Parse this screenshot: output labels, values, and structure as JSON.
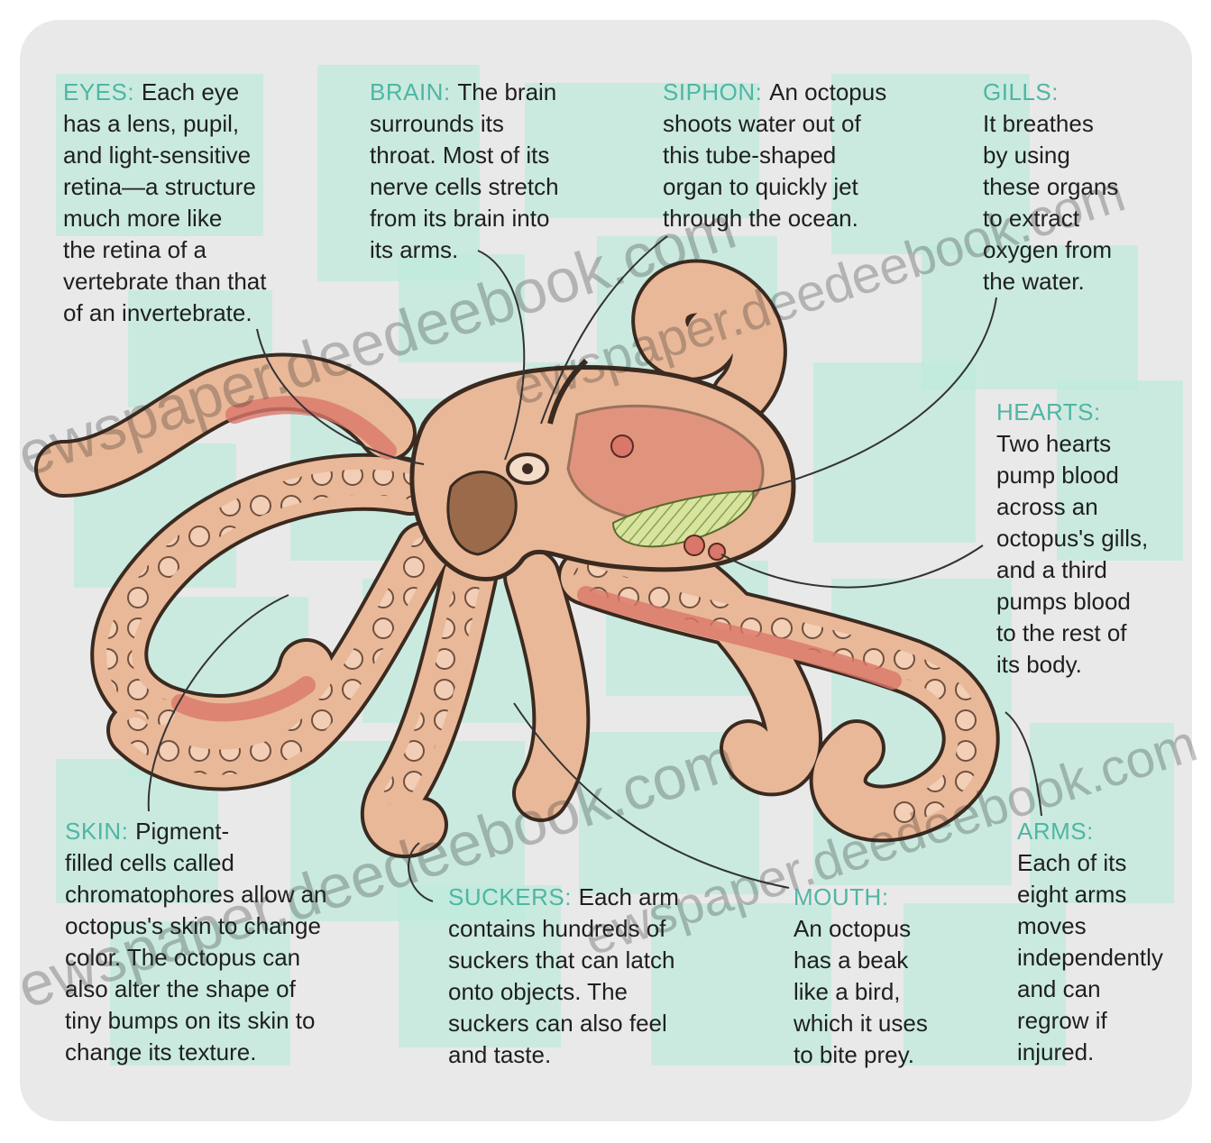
{
  "labels": {
    "eyes": {
      "heading": "EYES:",
      "text": "Each eye\nhas a lens, pupil,\nand light-sensitive\nretina—a structure\nmuch more like\nthe retina of a\nvertebrate than that\nof an invertebrate."
    },
    "brain": {
      "heading": "BRAIN:",
      "text": "The brain\nsurrounds its\nthroat. Most of its\nnerve cells stretch\nfrom its brain into\nits arms."
    },
    "siphon": {
      "heading": "SIPHON:",
      "text": "An octopus\nshoots water out of\nthis tube-shaped\norgan to quickly jet\nthrough the ocean."
    },
    "gills": {
      "heading": "GILLS:",
      "text": "It breathes\nby using\nthese organs\nto extract\noxygen from\nthe water."
    },
    "hearts": {
      "heading": "HEARTS:",
      "text": "Two hearts\npump blood\nacross an\noctopus's gills,\nand a third\npumps blood\nto the rest of\nits body."
    },
    "skin": {
      "heading": "SKIN:",
      "text": "Pigment-\nfilled cells called\nchromatophores allow an\noctopus's skin to change\ncolor. The octopus can\nalso alter the shape of\ntiny bumps on its skin to\nchange its texture."
    },
    "suckers": {
      "heading": "SUCKERS:",
      "text": "Each arm\ncontains hundreds of\nsuckers that can latch\nonto objects. The\nsuckers can also feel\nand taste."
    },
    "mouth": {
      "heading": "MOUTH:",
      "text": "An octopus\nhas a beak\nlike a bird,\nwhich it uses\nto bite prey."
    },
    "arms": {
      "heading": "ARMS:",
      "text": "Each of its\neight arms\nmoves\nindependently\nand can\nregrow if\ninjured."
    }
  },
  "watermark": "ewspaper.deedeebook.com",
  "colors": {
    "heading": "#4fb6a3",
    "body_text": "#1f1f1f",
    "background": "#e9e9e9",
    "tile": "#bfe9dc",
    "octopus_skin": "#e9b898",
    "octopus_outline": "#3a2a20",
    "sucker": "#f0c8ae",
    "muscle_band": "#d9776a",
    "brain": "#9a6a4a",
    "gill": "#c8d78a"
  }
}
